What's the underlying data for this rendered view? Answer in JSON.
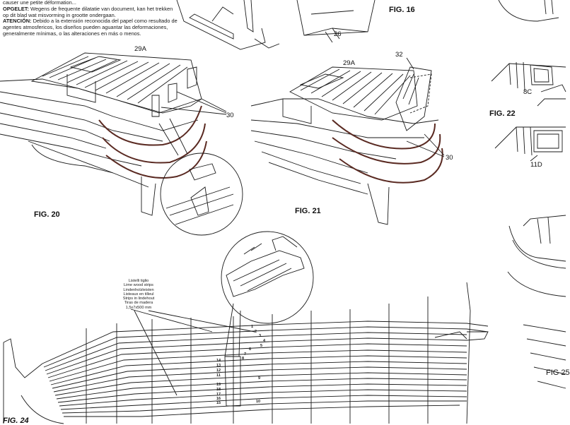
{
  "notes": {
    "line0": "causer une petite déformation...",
    "opgelet_title": "OPGELET:",
    "opgelet_body": "Wegens de frequente dilatatie van document, kan het trekken op dit blad wat misvorming in grootte ondergaan.",
    "atencion_title": "ATENCIÓN:",
    "atencion_body": "Debido a la extensión reconocida del papel como resultado de agentes atmosfericos, los diseños pueden aguantar las deformaciones, generalmente mínimas, o las alteraciones en más o menos."
  },
  "figures": {
    "fig16": "FIG. 16",
    "fig20": "FIG. 20",
    "fig21": "FIG. 21",
    "fig22": "FIG. 22",
    "fig24": "FIG. 24",
    "fig25": "FIG 25"
  },
  "parts": {
    "p26": "26",
    "p29a_left": "29A",
    "p29a_right": "29A",
    "p30_left": "30",
    "p30_right": "30",
    "p32": "32",
    "p8c": "8C",
    "p11d": "11D"
  },
  "strip_legend": [
    "Listelli tiglio",
    "Lime wood strips",
    "Lindenholzleisten",
    "Listeaux en tilleul",
    "Strips in lindehout",
    "Tiras de madera",
    "1,5x7x500 mm"
  ],
  "strip_numbers_upper": [
    "1",
    "2",
    "3",
    "4",
    "5",
    "6",
    "7",
    "8",
    "9"
  ],
  "strip_numbers_left": [
    "14",
    "13",
    "12",
    "11",
    "19",
    "18",
    "17",
    "16",
    "15"
  ],
  "strip_number_bottom": "10",
  "colors": {
    "ink": "#1a1a1a",
    "rail": "#5a2a22",
    "paper": "#ffffff"
  }
}
